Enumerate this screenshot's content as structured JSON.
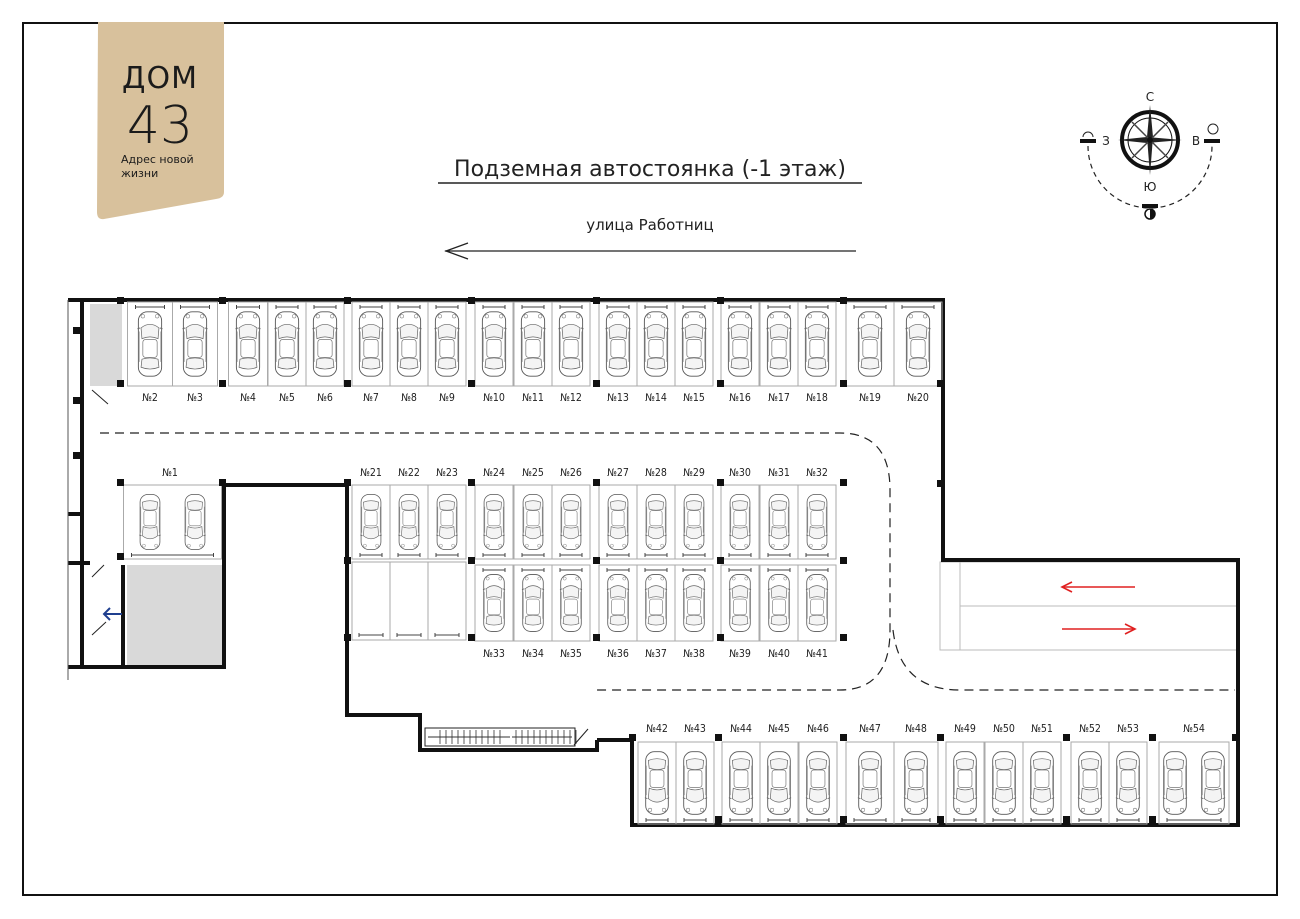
{
  "logo": {
    "brand": "ДОМ",
    "number": "43",
    "slogan_line1": "Адрес новой",
    "slogan_line2": "жизни",
    "bg_color": "#d8c19c"
  },
  "title": "Подземная автостоянка (-1 этаж)",
  "street": "улица Работниц",
  "compass": {
    "north": "С",
    "south": "Ю",
    "west": "З",
    "east": "В"
  },
  "colors": {
    "wall": "#111111",
    "grey_area": "#d9d9d9",
    "ramp_arrow": "#e02020",
    "exit_arrow": "#1f3f8f"
  },
  "spots": {
    "top_row": [
      "№2",
      "№3",
      "№4",
      "№5",
      "№6",
      "№7",
      "№8",
      "№9",
      "№10",
      "№11",
      "№12",
      "№13",
      "№14",
      "№15",
      "№16",
      "№17",
      "№18",
      "№19",
      "№20"
    ],
    "spot_1": "№1",
    "middle_upper": [
      "№21",
      "№22",
      "№23",
      "№24",
      "№25",
      "№26",
      "№27",
      "№28",
      "№29",
      "№30",
      "№31",
      "№32"
    ],
    "middle_lower": [
      "№33",
      "№34",
      "№35",
      "№36",
      "№37",
      "№38",
      "№39",
      "№40",
      "№41"
    ],
    "bottom_row": [
      "№42",
      "№43",
      "№44",
      "№45",
      "№46",
      "№47",
      "№48",
      "№49",
      "№50",
      "№51",
      "№52",
      "№53",
      "№54"
    ]
  }
}
